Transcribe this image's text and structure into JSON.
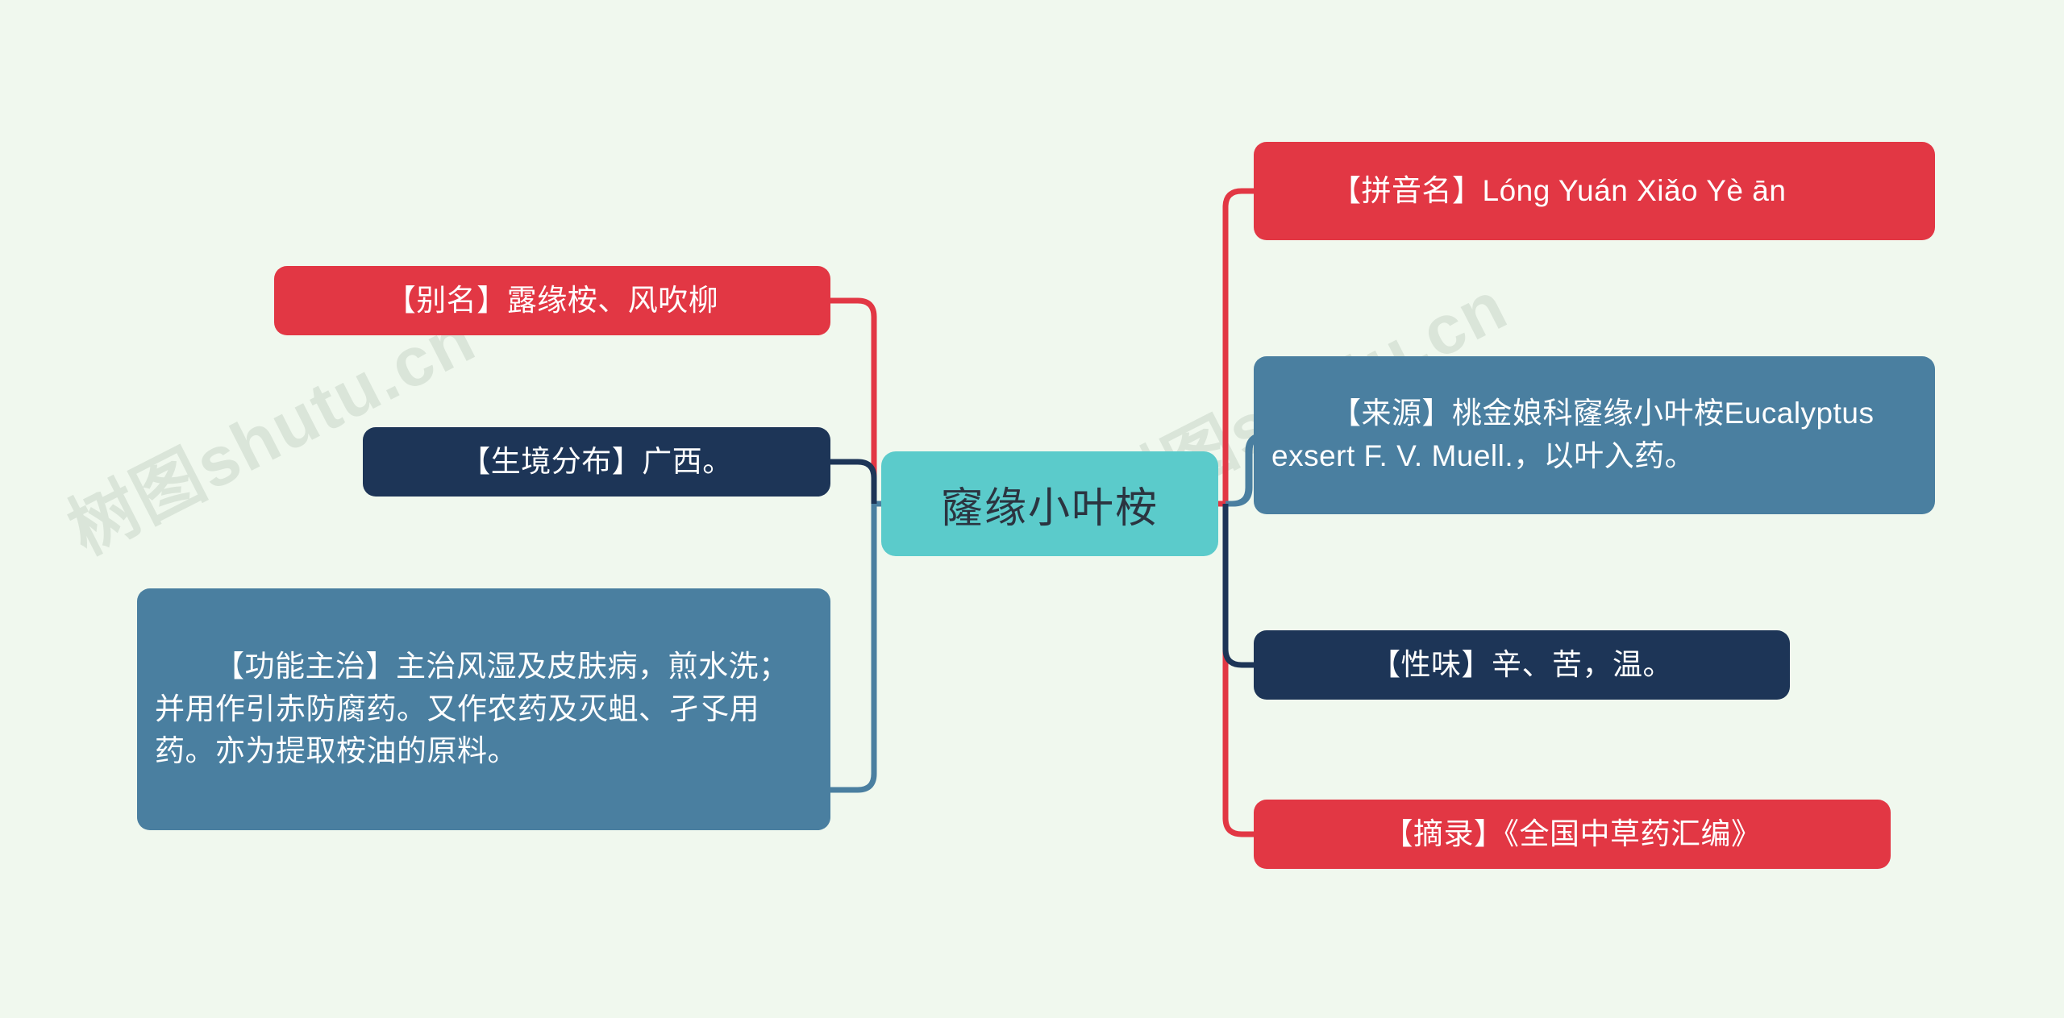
{
  "map": {
    "title": "窿缘小叶桉",
    "background_color": "#f0f8ee",
    "watermark_text": "树图shutu.cn",
    "center": {
      "label": "窿缘小叶桉",
      "color": "#5bcbcb",
      "text_color": "#2b3440"
    },
    "branches_right": [
      {
        "key": "pinyin",
        "label": "【拼音名】Lóng Yuán Xiǎo Yè ān",
        "color": "#e23744"
      },
      {
        "key": "source",
        "label": "【来源】桃金娘科窿缘小叶桉Eucalyptus exsert F. V. Muell.，以叶入药。",
        "color": "#4a7fa0"
      },
      {
        "key": "xingwei",
        "label": "【性味】辛、苦，温。",
        "color": "#1d3557"
      },
      {
        "key": "zhailu",
        "label": "【摘录】《全国中草药汇编》",
        "color": "#e23744"
      }
    ],
    "branches_left": [
      {
        "key": "bieming",
        "label": "【别名】露缘桉、风吹柳",
        "color": "#e23744"
      },
      {
        "key": "shengjing",
        "label": "【生境分布】广西。",
        "color": "#1d3557"
      },
      {
        "key": "gongneng",
        "label": "【功能主治】主治风湿及皮肤病，煎水洗；并用作引赤防腐药。又作农药及灭蛆、孑孓用药。亦为提取桉油的原料。",
        "color": "#4a7fa0"
      }
    ]
  }
}
